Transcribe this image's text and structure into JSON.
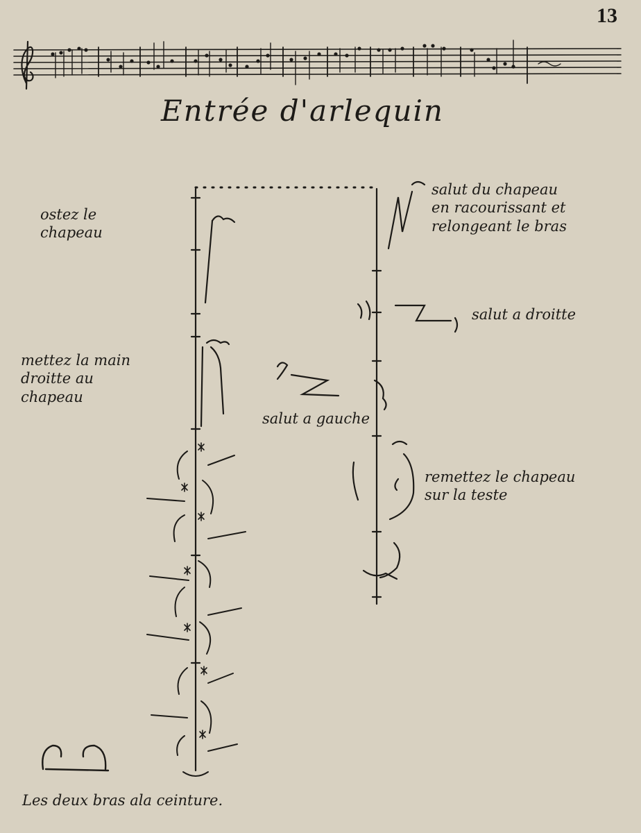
{
  "page_number": "13",
  "title": "Entrée d'arlequin",
  "annotations": {
    "left_top": [
      "ostez le",
      "chapeau"
    ],
    "left_middle": [
      "mettez la main",
      "droitte au",
      "chapeau"
    ],
    "right_top": [
      "salut du chapeau",
      "en racourissant et",
      "relongeant le bras"
    ],
    "right_second": "salut a droitte",
    "center": "salut a gauche",
    "right_third": [
      "remettez le chapeau",
      "sur la teste"
    ],
    "bottom": "Les deux bras ala ceinture."
  },
  "colors": {
    "paper": "#d8d1c1",
    "ink": "#1c1a17"
  }
}
